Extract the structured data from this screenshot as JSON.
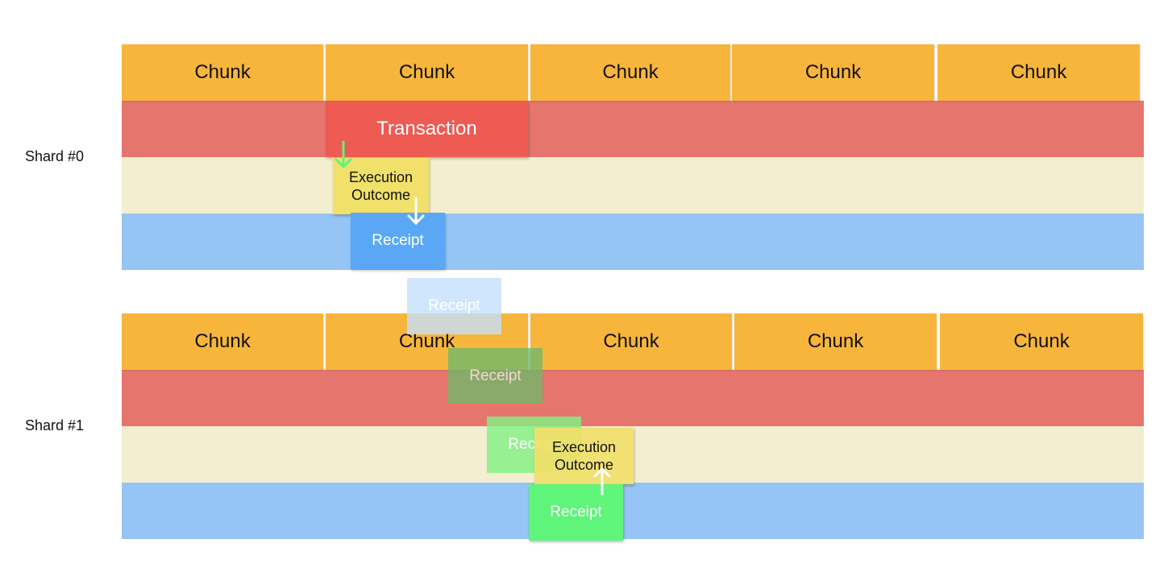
{
  "shard0": {
    "label": "Shard #0",
    "chunks": [
      "Chunk",
      "Chunk",
      "Chunk",
      "Chunk",
      "Chunk"
    ],
    "transaction": "Transaction",
    "execution_outcome": [
      "Execution",
      "Outcome"
    ],
    "receipt": "Receipt"
  },
  "shard1": {
    "label": "Shard #1",
    "chunks": [
      "Chunk",
      "Chunk",
      "Chunk",
      "Chunk",
      "Chunk"
    ],
    "receipt_ghost": "Receipt",
    "receipt_mid": "Receipt",
    "receipt_light": "Receipt",
    "execution_outcome": [
      "Execution",
      "Outcome"
    ],
    "receipt": "Receipt"
  },
  "colors": {
    "chunk": "#f7b53b",
    "transaction_band": "#e6756d",
    "execution_band": "#f3eecf",
    "receipt_band": "#96c4f4",
    "transaction_box": "#ed5b52",
    "execution_box": "#f1e06a",
    "receipt_blue": "#5aa8f5",
    "receipt_green": "#5ef57a",
    "arrow_green": "#5ef57a",
    "arrow_white": "#ffffff"
  }
}
